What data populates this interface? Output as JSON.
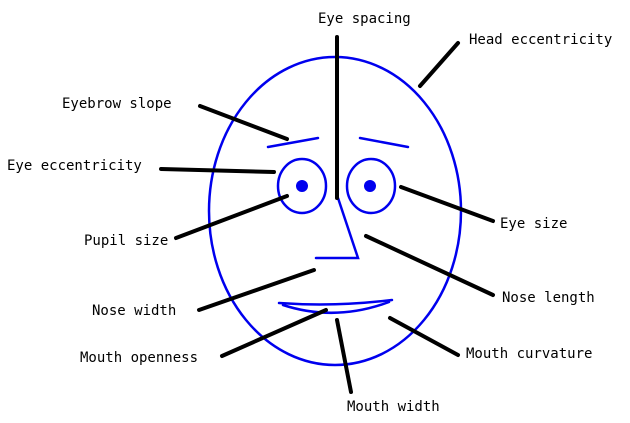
{
  "diagram": {
    "colors": {
      "face": "#0000ee",
      "leader": "#000000",
      "background": "#ffffff"
    },
    "labels": {
      "eye_spacing": "Eye spacing",
      "head_eccentricity": "Head eccentricity",
      "eyebrow_slope": "Eyebrow slope",
      "eye_eccentricity": "Eye eccentricity",
      "eye_size": "Eye size",
      "pupil_size": "Pupil size",
      "nose_length": "Nose length",
      "nose_width": "Nose width",
      "mouth_curvature": "Mouth curvature",
      "mouth_openness": "Mouth openness",
      "mouth_width": "Mouth width"
    }
  }
}
